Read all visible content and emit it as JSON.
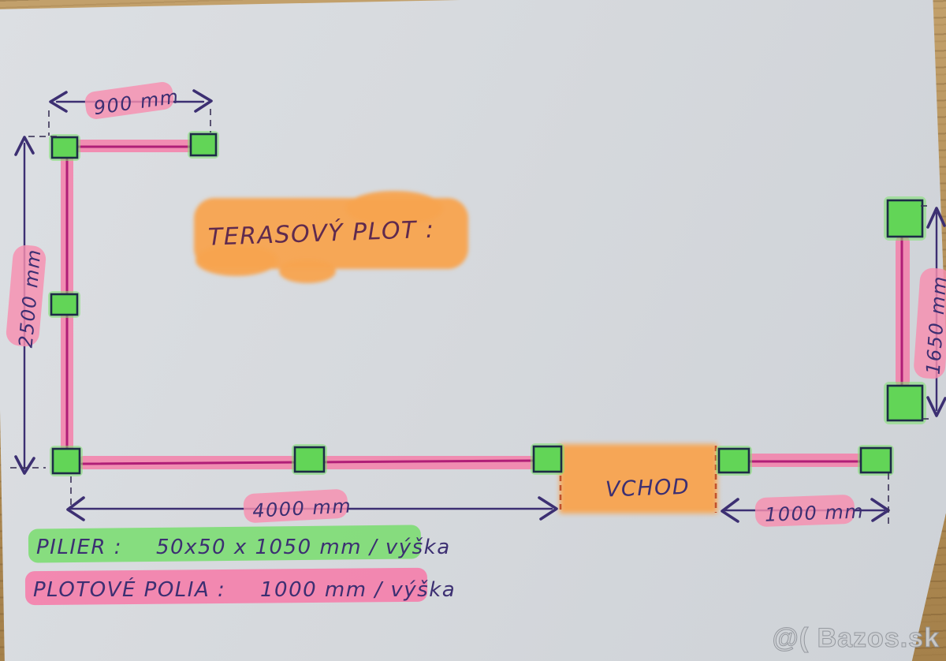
{
  "title": "TERASOVÝ PLOT :",
  "entrance_label": "VCHOD",
  "dimensions": {
    "top_span": "900 mm",
    "left_height": "2500 mm",
    "right_height": "1650 mm",
    "bottom_long_span": "4000 mm",
    "bottom_right_span": "1000 mm"
  },
  "notes": [
    {
      "label": "PILIER :",
      "value": "50x50 x 1050 mm / výška"
    },
    {
      "label": "PLOTOVÉ POLIA :",
      "value": "1000 mm / výška"
    }
  ],
  "watermark": "@( Bazos.sk",
  "colors": {
    "pink_highlight": "#f57fa9",
    "magenta_line": "#b01e77",
    "green_post": "#62d557",
    "orange_highlight": "#f8a44f",
    "ink": "#3c2f72",
    "title_ink": "#5f2a4e",
    "paper": "#d6d9dd",
    "wood": "#b2905c"
  }
}
